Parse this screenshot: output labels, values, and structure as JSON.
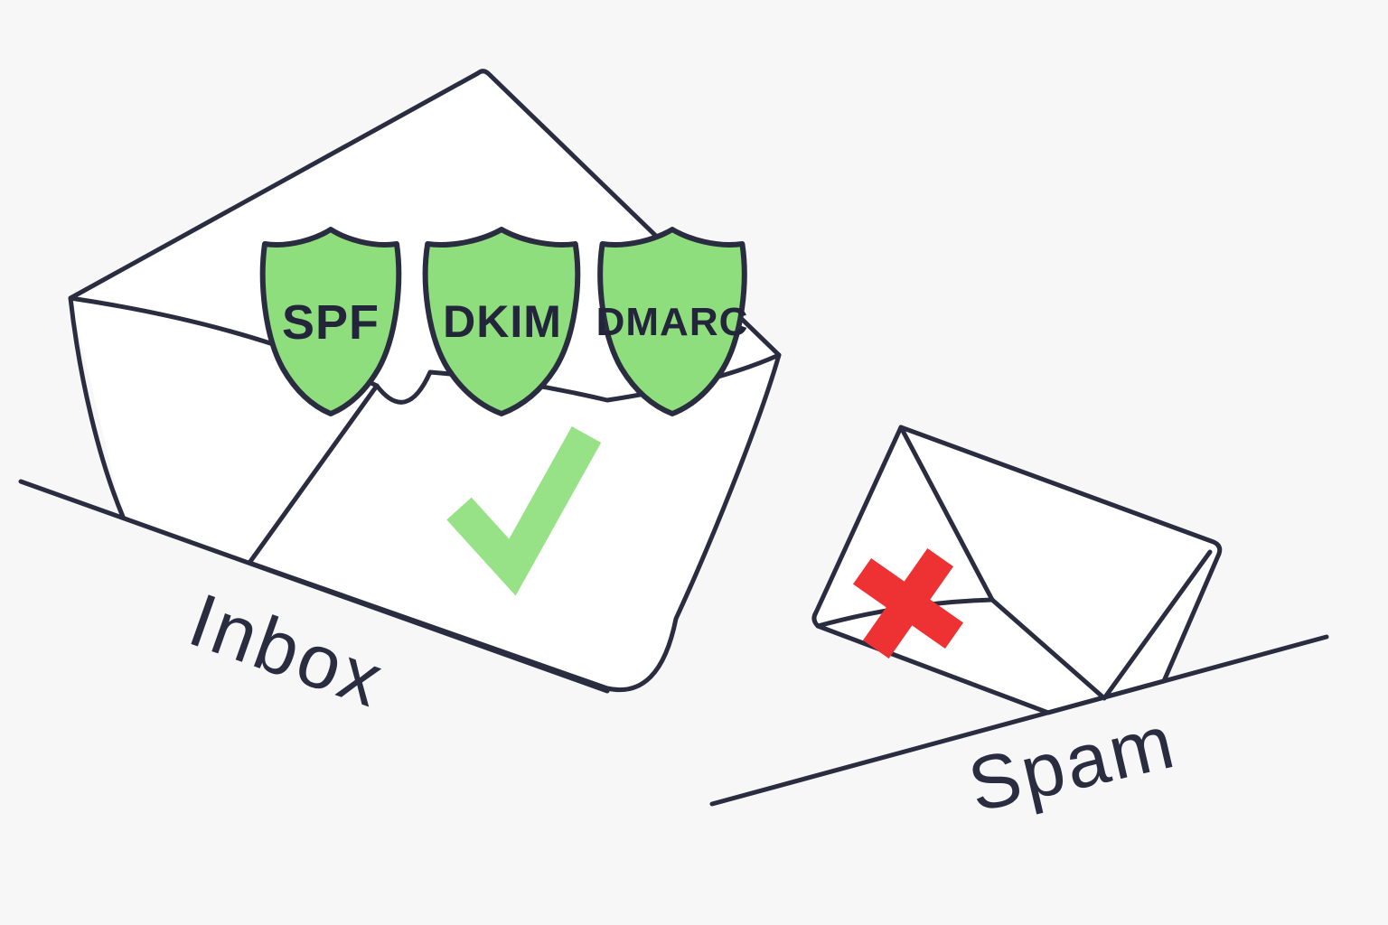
{
  "labels": {
    "inbox": "Inbox",
    "spam": "Spam"
  },
  "shields": [
    {
      "label": "SPF"
    },
    {
      "label": "DKIM"
    },
    {
      "label": "DMARC"
    }
  ],
  "icons": {
    "inbox_status": "check-icon",
    "spam_status": "cross-icon"
  },
  "colors": {
    "background": "#F7F7F8",
    "line": "#2A2C40",
    "shield_green": "#8FDE7E",
    "check_green": "#97E286",
    "cross_red": "#EE3133",
    "shield_text": "#23253A"
  }
}
